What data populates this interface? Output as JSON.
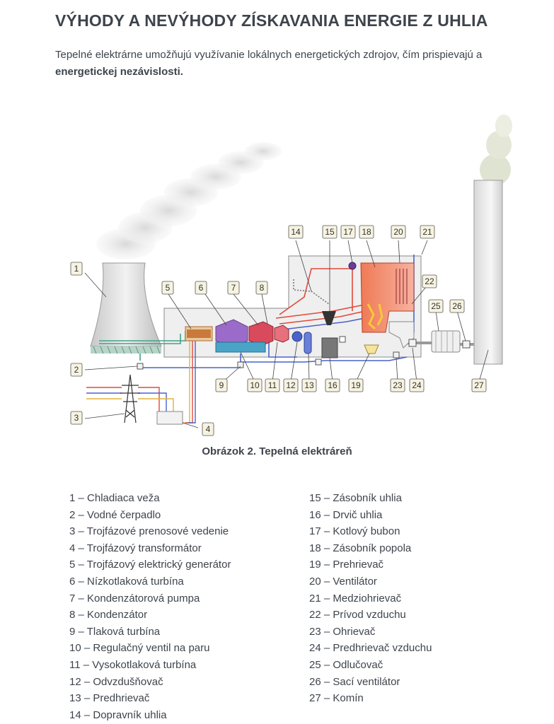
{
  "heading": "VÝHODY A NEVÝHODY ZÍSKAVANIA ENERGIE Z UHLIA",
  "intro": {
    "text_before": "Tepelné elektrárne umožňujú využívanie lokálnych energetických zdrojov, čím prispievajú a ",
    "text_bold": "energetickej nezávislosti."
  },
  "figure": {
    "caption": "Obrázok 2. Tepelná elektráreň",
    "callouts": [
      "1",
      "2",
      "3",
      "4",
      "5",
      "6",
      "7",
      "8",
      "9",
      "10",
      "11",
      "12",
      "13",
      "14",
      "15",
      "16",
      "17",
      "18",
      "19",
      "20",
      "21",
      "22",
      "23",
      "24",
      "25",
      "26",
      "27"
    ]
  },
  "legend_left": [
    "1 – Chladiaca veža",
    "2 – Vodné čerpadlo",
    "3 – Trojfázové prenosové vedenie",
    "4 – Trojfázový transformátor",
    "5 – Trojfázový elektrický generátor",
    "6 – Nízkotlaková turbína",
    "7 – Kondenzátorová pumpa",
    "8 – Kondenzátor",
    "9 – Tlaková turbína",
    "10 – Regulačný ventil na paru",
    "11 – Vysokotlaková turbína",
    "12 – Odvzdušňovač",
    "13 – Predhrievač",
    "14 – Dopravník uhlia"
  ],
  "legend_right": [
    "15 – Zásobník uhlia",
    "16 – Drvič uhlia",
    "17 – Kotlový bubon",
    "18 – Zásobník popola",
    "19 – Prehrievač",
    "20 – Ventilátor",
    "21 – Medziohrievač",
    "22 – Prívod vzduchu",
    "23 – Ohrievač",
    "24 – Predhrievač vzduchu",
    "25 – Odlučovač",
    "26 – Sací ventilátor",
    "27 – Komín"
  ],
  "colors": {
    "hot": "#e2493b",
    "cold": "#4a63c8",
    "water": "#3ea388",
    "power": "#e2b23a",
    "label_bg": "#f7f3e1"
  }
}
